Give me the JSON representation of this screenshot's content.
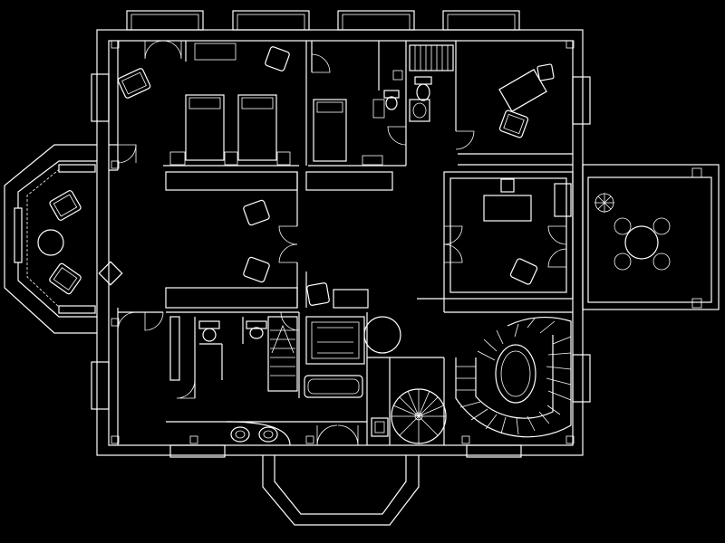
{
  "drawing": {
    "background_color": "#000000",
    "line_color": "#ffffff",
    "style": "CAD floor plan, white linework on black"
  },
  "rooms": [
    {
      "name": "bedroom-twin-large"
    },
    {
      "name": "bedroom-single"
    },
    {
      "name": "bathroom-upper"
    },
    {
      "name": "office-upper-right"
    },
    {
      "name": "bay-sitting-room"
    },
    {
      "name": "central-hall"
    },
    {
      "name": "study-right"
    },
    {
      "name": "terrace"
    },
    {
      "name": "bathroom-lower-left"
    },
    {
      "name": "bathroom-tub"
    },
    {
      "name": "spiral-stair-small"
    },
    {
      "name": "curved-staircase"
    },
    {
      "name": "entry-porch"
    }
  ],
  "icons": [
    "armchair-icon",
    "bed-icon",
    "toilet-icon",
    "sink-icon",
    "bathtub-icon",
    "round-table-icon",
    "desk-icon",
    "plant-icon",
    "spiral-stair-icon",
    "curved-stair-icon",
    "door-swing-icon",
    "window-icon"
  ]
}
